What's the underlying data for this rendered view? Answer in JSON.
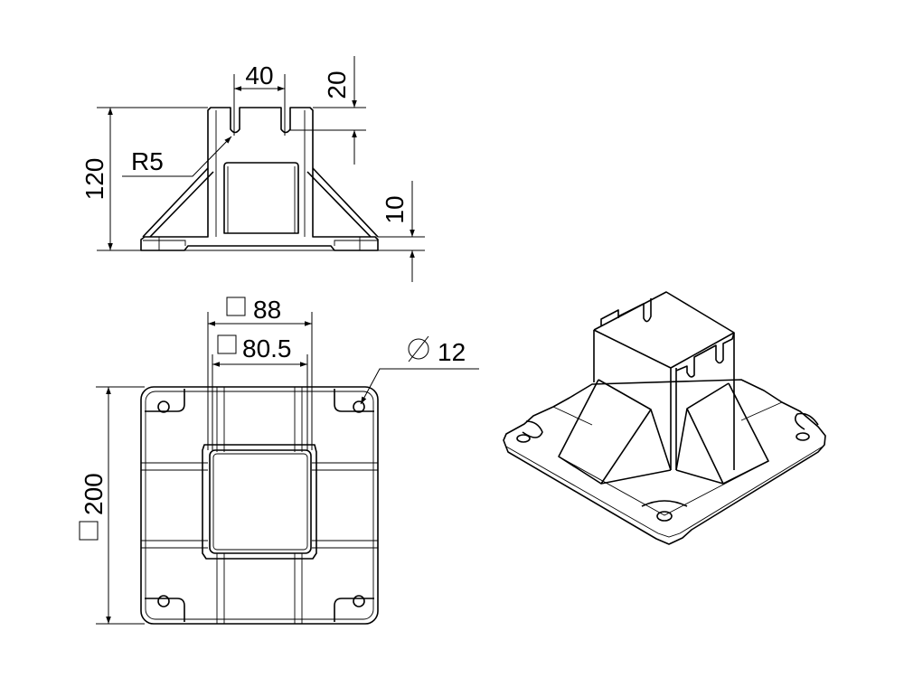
{
  "drawing": {
    "front_view": {
      "dim_slot_width": "40",
      "dim_slot_depth": "20",
      "dim_height": "120",
      "dim_radius": "R5",
      "dim_base_thickness": "10"
    },
    "top_view": {
      "dim_outer_post": "88",
      "dim_inner_post": "80.5",
      "dim_base_size": "200",
      "dim_hole": "12",
      "square_symbol": "□",
      "diameter_symbol": "∅"
    },
    "colors": {
      "line": "#000000",
      "background": "#ffffff"
    }
  }
}
